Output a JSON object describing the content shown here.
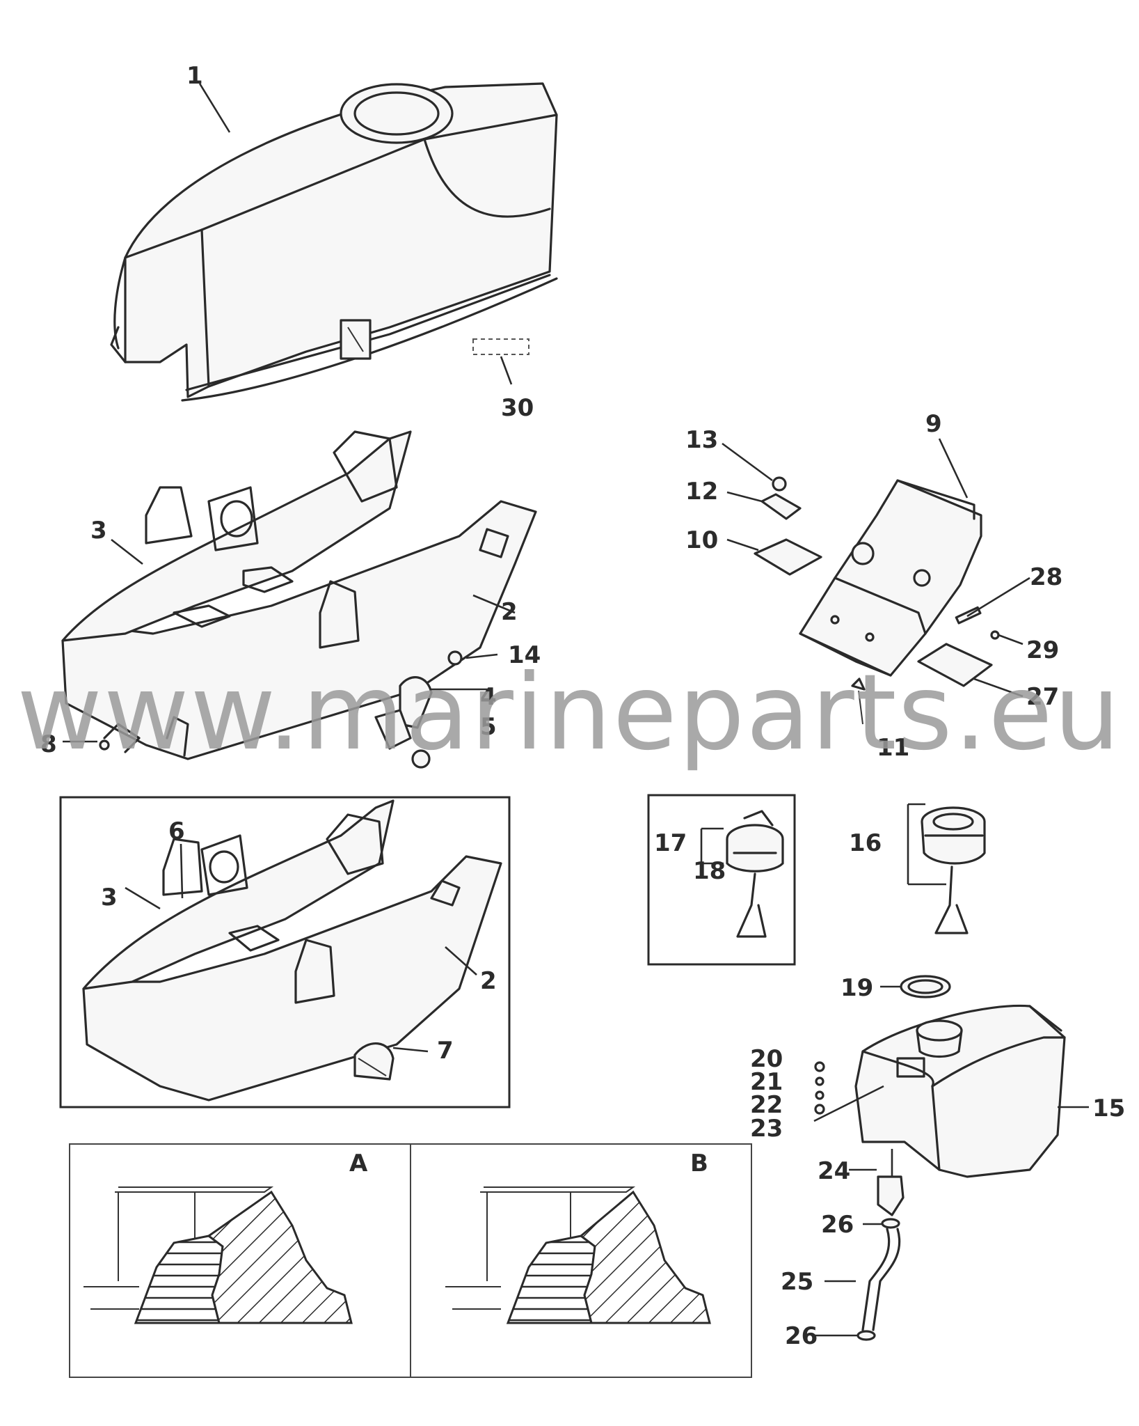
{
  "callouts": [
    {
      "id": "1",
      "text": "1"
    },
    {
      "id": "30",
      "text": "30"
    },
    {
      "id": "3a",
      "text": "3"
    },
    {
      "id": "2a",
      "text": "2"
    },
    {
      "id": "14",
      "text": "14"
    },
    {
      "id": "4",
      "text": "4"
    },
    {
      "id": "5",
      "text": "5"
    },
    {
      "id": "8",
      "text": "8"
    },
    {
      "id": "13",
      "text": "13"
    },
    {
      "id": "9",
      "text": "9"
    },
    {
      "id": "12",
      "text": "12"
    },
    {
      "id": "10",
      "text": "10"
    },
    {
      "id": "28",
      "text": "28"
    },
    {
      "id": "29",
      "text": "29"
    },
    {
      "id": "27",
      "text": "27"
    },
    {
      "id": "11",
      "text": "11"
    },
    {
      "id": "6",
      "text": "6"
    },
    {
      "id": "3b",
      "text": "3"
    },
    {
      "id": "2b",
      "text": "2"
    },
    {
      "id": "7",
      "text": "7"
    },
    {
      "id": "17",
      "text": "17"
    },
    {
      "id": "18",
      "text": "18"
    },
    {
      "id": "16",
      "text": "16"
    },
    {
      "id": "19",
      "text": "19"
    },
    {
      "id": "20",
      "text": "20"
    },
    {
      "id": "21",
      "text": "21"
    },
    {
      "id": "22",
      "text": "22"
    },
    {
      "id": "23",
      "text": "23"
    },
    {
      "id": "15",
      "text": "15"
    },
    {
      "id": "24",
      "text": "24"
    },
    {
      "id": "26a",
      "text": "26"
    },
    {
      "id": "25",
      "text": "25"
    },
    {
      "id": "26b",
      "text": "26"
    }
  ],
  "views": {
    "a": "A",
    "b": "B"
  },
  "watermark": "www.marineparts.eu",
  "colors": {
    "line": "#2a2a2a",
    "watermark": "#9a9a9a",
    "background": "#ffffff"
  }
}
